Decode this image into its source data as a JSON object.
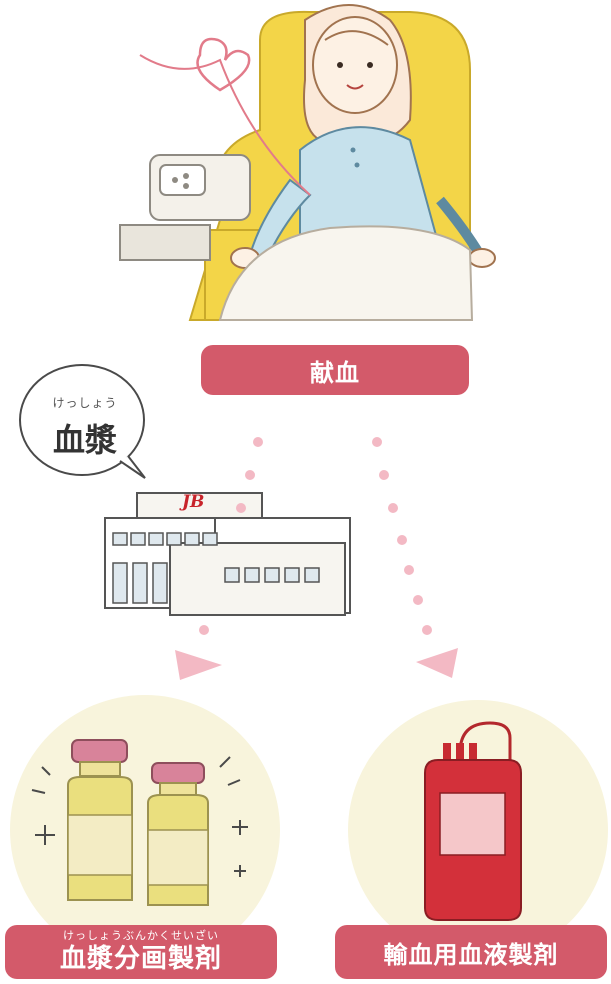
{
  "donation": {
    "label": "献血"
  },
  "bubble": {
    "ruby": "けっしょう",
    "text": "血漿"
  },
  "factory": {
    "logo": "JB"
  },
  "plasma_product": {
    "ruby": "けっしょうぶんかくせいざい",
    "label": "血漿分画製剤"
  },
  "transfusion_product": {
    "label": "輸血用血液製剤"
  },
  "colors": {
    "accent": "#d35a6a",
    "dot": "#f3b9c4",
    "circle": "#f8f4dc"
  }
}
